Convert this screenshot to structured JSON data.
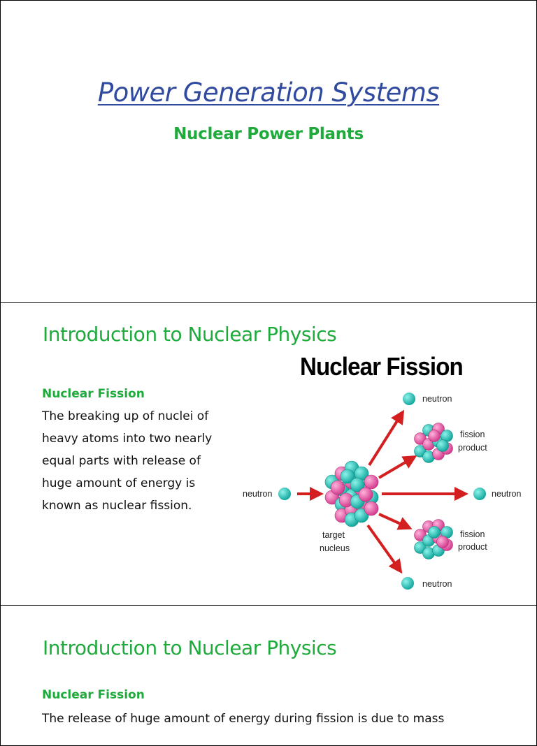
{
  "slide1": {
    "title": "Power Generation Systems",
    "subtitle": "Nuclear Power Plants"
  },
  "slide2": {
    "heading": "Introduction to Nuclear Physics",
    "section_label": "Nuclear Fission",
    "body_lines": [
      "The breaking up of nuclei of",
      "heavy atoms into two nearly",
      "equal parts with release of",
      "huge amount of energy is",
      "known as nuclear fission."
    ],
    "diagram": {
      "title": "Nuclear Fission",
      "labels": {
        "neutron_in": "neutron",
        "neutron_top": "neutron",
        "neutron_right": "neutron",
        "neutron_bottom": "neutron",
        "fission_product_top_1": "fission",
        "fission_product_top_2": "product",
        "fission_product_bottom_1": "fission",
        "fission_product_bottom_2": "product",
        "target_nucleus_1": "target",
        "target_nucleus_2": "nucleus"
      },
      "colors": {
        "neutron": "#2ec9bf",
        "proton": "#f06ab0",
        "arrow": "#d31f1f"
      }
    }
  },
  "slide3": {
    "heading": "Introduction to Nuclear Physics",
    "section_label": "Nuclear Fission",
    "partial_line": "The release of huge amount of energy during fission is due to mass"
  }
}
